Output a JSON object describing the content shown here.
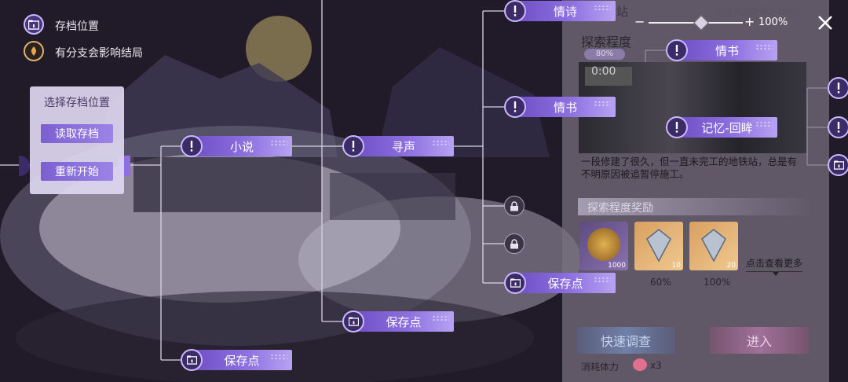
{
  "legend": {
    "save_location": "存档位置",
    "branch_affects_ending": "有分支会影响结局"
  },
  "save_popup": {
    "title": "选择存档位置",
    "load_button": "读取存档",
    "restart_button": "重新开始"
  },
  "nodes": {
    "novel": "小说",
    "xunsheng": "寻声",
    "love_poem": "情诗",
    "love_letter_1": "情书",
    "love_letter_2": "情书",
    "memory_glance": "记忆-回眸",
    "save_point_1": "保存点",
    "save_point_2": "保存点",
    "save_point_3": "保存点"
  },
  "panel": {
    "station_title": "废弃车站",
    "required_effect": "需求调查效果：100",
    "zoom_minus": "−",
    "zoom_plus": "+",
    "zoom_level": "100%",
    "zoom_fraction": 0.55,
    "exploration_label": "探索程度",
    "exploration_badge": "80%",
    "video_time": "0:00",
    "description": "一段修建了很久，但一直未完工的地铁站，总是有不明原因被追暂停施工。",
    "rewards_title": "探索程度奖励",
    "reward_1_qty": "1000",
    "reward_2_qty": "10",
    "reward_3_qty": "20",
    "reward_2_pct": "60%",
    "reward_3_pct": "100%",
    "view_more": "点击查看更多",
    "quick_investigate": "快速调查",
    "enter": "进入",
    "stamina_label": "消耗体力",
    "stamina_cost": "x3"
  },
  "colors": {
    "node_fill": "#8d6fe0",
    "node_icon": "#3b2b66",
    "line": "#d8d2e4",
    "panel": "#787080",
    "background": "#231c2a"
  },
  "icons": {
    "legend_save": "save-folder-icon",
    "legend_branch": "branch-flame-icon",
    "node_event": "exclamation-icon",
    "node_save": "save-folder-icon",
    "locked": "lock-icon",
    "close": "close-icon"
  }
}
